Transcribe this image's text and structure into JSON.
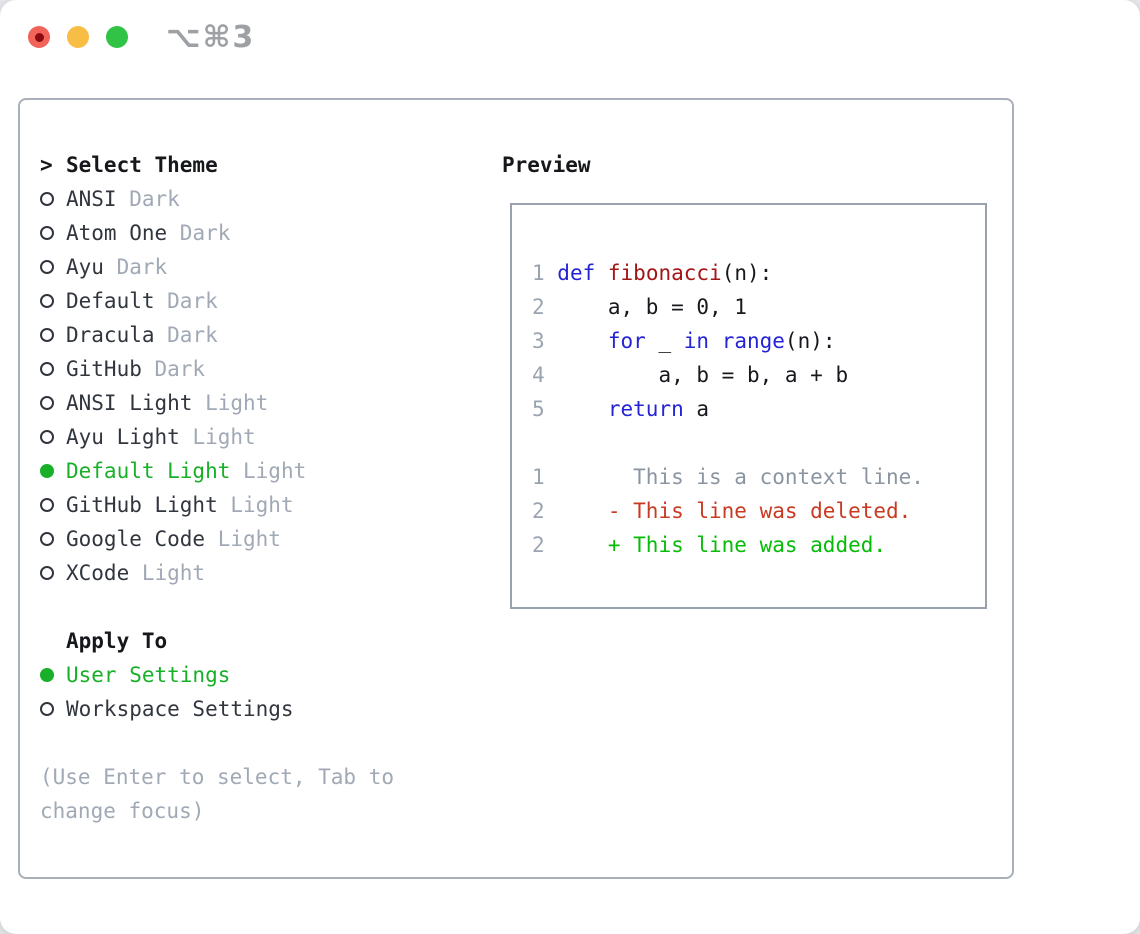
{
  "window": {
    "title": "⌥⌘3",
    "traffic_lights": [
      {
        "name": "close-button"
      },
      {
        "name": "minimize-button"
      },
      {
        "name": "zoom-button"
      }
    ]
  },
  "colors": {
    "selected_green": "#18b028",
    "muted_gray": "#a0a9b5",
    "keyword_blue": "#2424d6",
    "function_red": "#a31515",
    "deleted_red": "#c93a23",
    "added_green": "#07bc07",
    "panel_border": "#a8afb9",
    "preview_border": "#9aa3ad"
  },
  "left_panel": {
    "header": {
      "prompt": ">",
      "label": "Select Theme"
    },
    "themes": [
      {
        "name": "ANSI",
        "variant": "Dark",
        "selected": false
      },
      {
        "name": "Atom One",
        "variant": "Dark",
        "selected": false
      },
      {
        "name": "Ayu",
        "variant": "Dark",
        "selected": false
      },
      {
        "name": "Default",
        "variant": "Dark",
        "selected": false
      },
      {
        "name": "Dracula",
        "variant": "Dark",
        "selected": false
      },
      {
        "name": "GitHub",
        "variant": "Dark",
        "selected": false
      },
      {
        "name": "ANSI Light",
        "variant": "Light",
        "selected": false
      },
      {
        "name": "Ayu Light",
        "variant": "Light",
        "selected": false
      },
      {
        "name": "Default Light",
        "variant": "Light",
        "selected": true
      },
      {
        "name": "GitHub Light",
        "variant": "Light",
        "selected": false
      },
      {
        "name": "Google Code",
        "variant": "Light",
        "selected": false
      },
      {
        "name": "XCode",
        "variant": "Light",
        "selected": false
      }
    ],
    "apply_to": {
      "label": "Apply To",
      "options": [
        {
          "name": "User Settings",
          "selected": true
        },
        {
          "name": "Workspace Settings",
          "selected": false
        }
      ]
    },
    "hint_lines": [
      "(Use Enter to select, Tab to",
      "change focus)"
    ]
  },
  "preview": {
    "header": "Preview",
    "lines": [
      [
        {
          "c": "num",
          "t": "1 "
        },
        {
          "c": "kw",
          "t": "def"
        },
        {
          "c": "fg",
          "t": " "
        },
        {
          "c": "fn",
          "t": "fibonacci"
        },
        {
          "c": "fg",
          "t": "(n):"
        }
      ],
      [
        {
          "c": "num",
          "t": "2 "
        },
        {
          "c": "fg",
          "t": "    a, b = 0, 1"
        }
      ],
      [
        {
          "c": "num",
          "t": "3 "
        },
        {
          "c": "fg",
          "t": "    "
        },
        {
          "c": "kw",
          "t": "for"
        },
        {
          "c": "fg",
          "t": " _ "
        },
        {
          "c": "kw",
          "t": "in"
        },
        {
          "c": "fg",
          "t": " "
        },
        {
          "c": "kw",
          "t": "range"
        },
        {
          "c": "fg",
          "t": "(n):"
        }
      ],
      [
        {
          "c": "num",
          "t": "4 "
        },
        {
          "c": "fg",
          "t": "        a, b = b, a + b"
        }
      ],
      [
        {
          "c": "num",
          "t": "5 "
        },
        {
          "c": "fg",
          "t": "    "
        },
        {
          "c": "kw",
          "t": "return"
        },
        {
          "c": "fg",
          "t": " a"
        }
      ],
      [],
      [
        {
          "c": "num",
          "t": "1"
        },
        {
          "c": "ctx",
          "t": "       This is a context line."
        }
      ],
      [
        {
          "c": "num",
          "t": "2"
        },
        {
          "c": "del",
          "t": "     - This line was deleted."
        }
      ],
      [
        {
          "c": "num",
          "t": "2"
        },
        {
          "c": "add",
          "t": "     + This line was added."
        }
      ]
    ]
  }
}
